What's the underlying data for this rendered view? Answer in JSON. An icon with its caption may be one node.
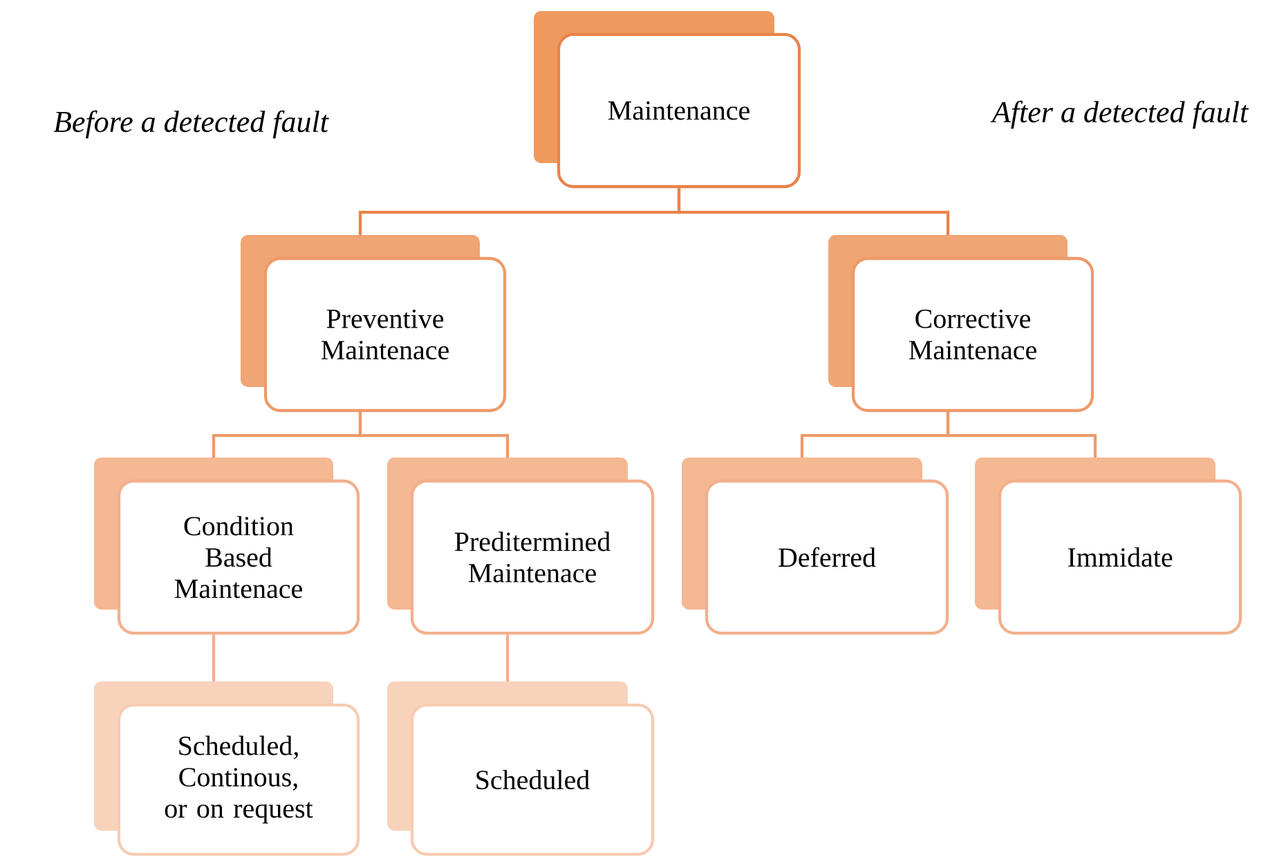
{
  "diagram": {
    "nodes": [
      {
        "text": [
          "Maintenance"
        ]
      },
      {
        "text": [
          "Preventive Maintenace"
        ]
      },
      {
        "text": [
          "Corrective Maintenace"
        ]
      },
      {
        "text": [
          "Condition Based Maintenace"
        ]
      },
      {
        "text": [
          "Preditermined Maintenace"
        ]
      },
      {
        "text": [
          "Deferred"
        ]
      },
      {
        "text": [
          "Immidate"
        ]
      },
      {
        "text": [
          "Scheduled, Continous, or on request"
        ]
      },
      {
        "text": [
          "Scheduled"
        ]
      }
    ],
    "edges": [
      {
        "from": 0,
        "to": 1,
        "arrow": "none"
      },
      {
        "from": 0,
        "to": 2,
        "arrow": "none"
      },
      {
        "from": 1,
        "to": 3,
        "arrow": "none"
      },
      {
        "from": 1,
        "to": 4,
        "arrow": "none"
      },
      {
        "from": 2,
        "to": 5,
        "arrow": "none"
      },
      {
        "from": 2,
        "to": 6,
        "arrow": "none"
      },
      {
        "from": 3,
        "to": 7,
        "arrow": "none"
      },
      {
        "from": 4,
        "to": 8,
        "arrow": "none"
      }
    ],
    "labels": [
      "Before a detected fault",
      "After a detected fault"
    ]
  }
}
